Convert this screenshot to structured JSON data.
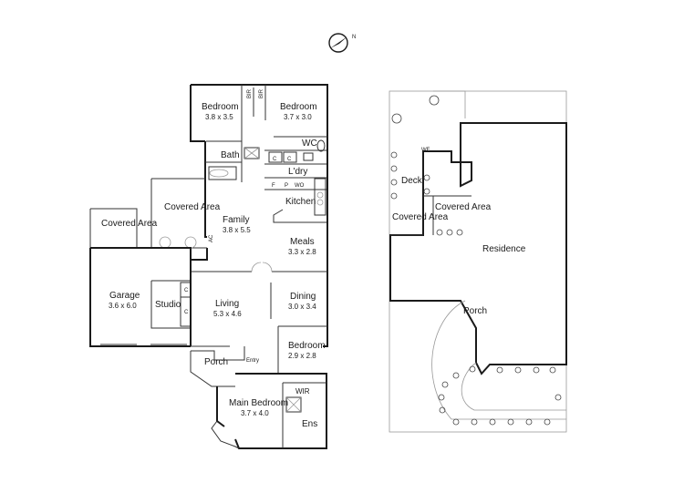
{
  "compass": {
    "north_label": "N"
  },
  "floorplan": {
    "rooms": {
      "bedroom_left": {
        "name": "Bedroom",
        "size": "3.8 x 3.5"
      },
      "bedroom_right": {
        "name": "Bedroom",
        "size": "3.7 x 3.0"
      },
      "bir_left": "BIR",
      "bir_right": "BIR",
      "bath": "Bath",
      "wc": "WC",
      "laundry": "L'dry",
      "kitchen": "Kitchen",
      "covered_area_mid": "Covered Area",
      "covered_area_left": "Covered Area",
      "family": {
        "name": "Family",
        "size": "3.8 x 5.5"
      },
      "meals": {
        "name": "Meals",
        "size": "3.3 x 2.8"
      },
      "garage": {
        "name": "Garage",
        "size": "3.6 x 6.0"
      },
      "studio": "Studio",
      "living": {
        "name": "Living",
        "size": "5.3 x 4.6"
      },
      "dining": {
        "name": "Dining",
        "size": "3.0 x 3.4"
      },
      "bedroom_small": {
        "name": "Bedroom",
        "size": "2.9 x 2.8"
      },
      "porch": "Porch",
      "entry": "Entry",
      "wir": "WIR",
      "main_bedroom": {
        "name": "Main Bedroom",
        "size": "3.7 x 4.0"
      },
      "ens": "Ens"
    },
    "fixtures": {
      "c1": "C",
      "c2": "C",
      "f": "F",
      "p": "P",
      "wo": "WO",
      "ac": "AC",
      "sc1": "C",
      "sc2": "C"
    }
  },
  "siteplan": {
    "wf": "WF",
    "deck": "Deck",
    "covered_area_left": "Covered Area",
    "covered_area_right": "Covered Area",
    "residence": "Residence",
    "porch": "Porch"
  }
}
